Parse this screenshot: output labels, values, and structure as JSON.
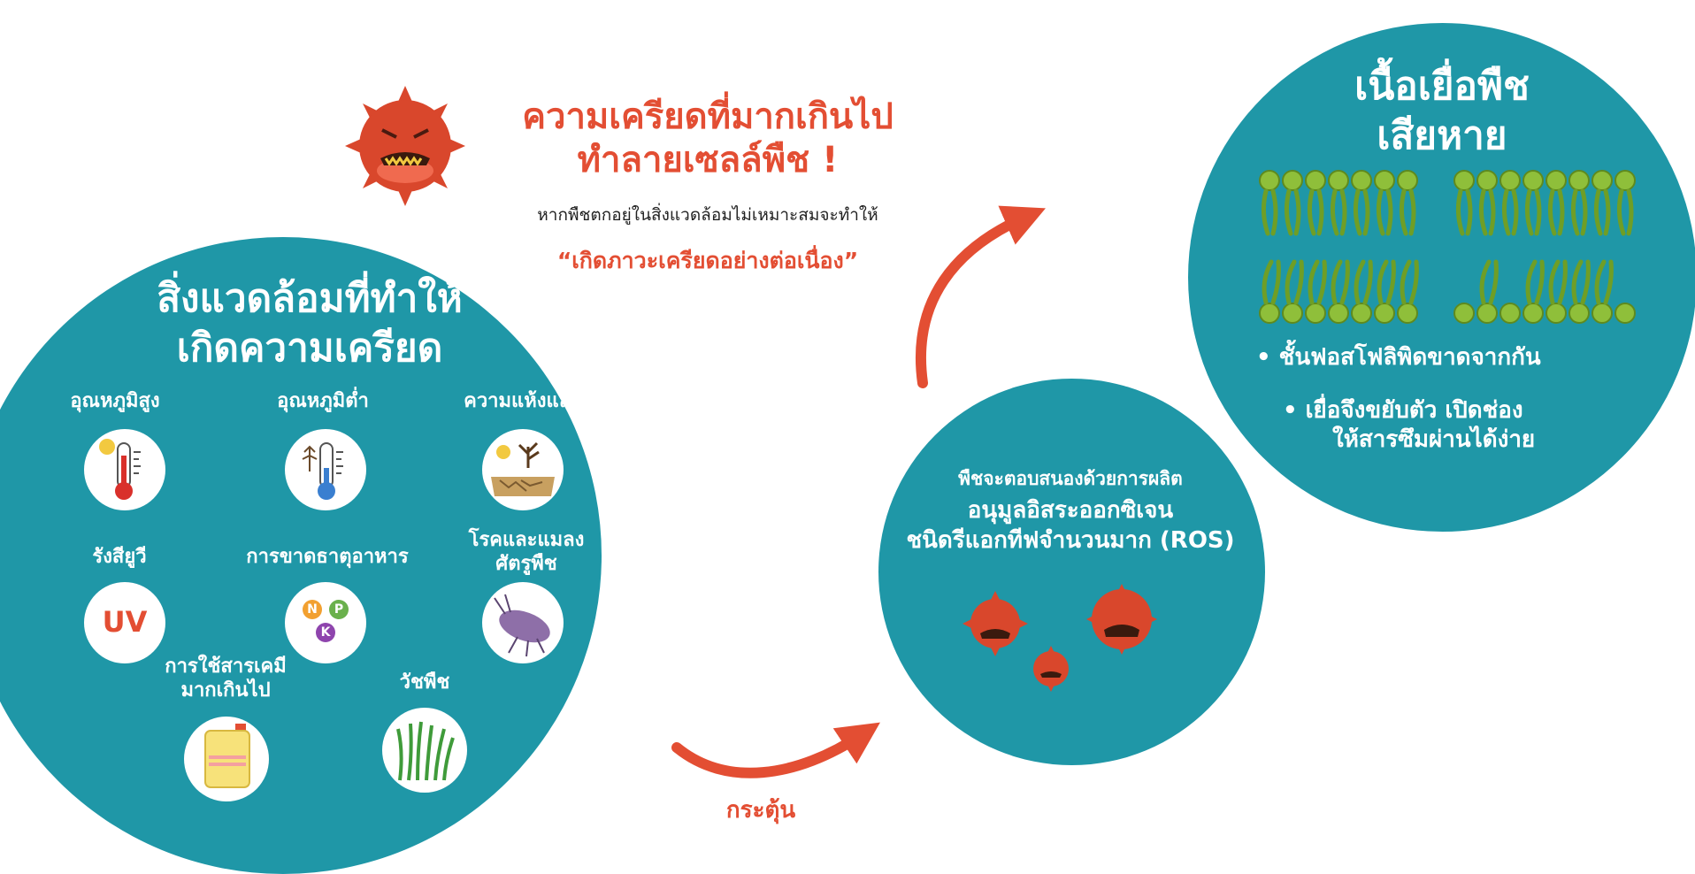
{
  "headline": {
    "line1": "ความเครียดที่มากเกินไป",
    "line2": "ทำลายเซลล์พืช !",
    "subtitle": "หากพืชตกอยู่ในสิ่งแวดล้อมไม่เหมาะสมจะทำให้",
    "quote": "“เกิดภาวะเครียดอย่างต่อเนื่อง”"
  },
  "env_circle": {
    "title_line1": "สิ่งแวดล้อมที่ทำให้",
    "title_line2": "เกิดความเครียด",
    "factors": [
      {
        "label": "อุณหภูมิสูง",
        "icon": "hot-thermometer-icon"
      },
      {
        "label": "อุณหภูมิต่ำ",
        "icon": "cold-thermometer-icon"
      },
      {
        "label": "ความแห้งแล้ง",
        "icon": "drought-icon"
      },
      {
        "label": "รังสียูวี",
        "icon": "uv-icon",
        "icon_text": "UV"
      },
      {
        "label": "การขาดธาตุอาหาร",
        "icon": "nutrient-npk-icon",
        "icon_letters": [
          "N",
          "P",
          "K"
        ]
      },
      {
        "label_line1": "โรคและแมลง",
        "label_line2": "ศัตรูพืช",
        "icon": "insect-pest-icon"
      },
      {
        "label_line1": "การใช้สารเคมี",
        "label_line2": "มากเกินไป",
        "icon": "chemical-container-icon"
      },
      {
        "label": "วัชพืช",
        "icon": "weed-grass-icon"
      }
    ]
  },
  "ros_circle": {
    "line1": "พืชจะตอบสนองด้วยการผลิต",
    "line2": "อนุมูลอิสระออกซิเจน",
    "line3": "ชนิดรีแอกทีฟจำนวนมาก (ROS)"
  },
  "damage_circle": {
    "title_line1": "เนื้อเยื่อพืช",
    "title_line2": "เสียหาย",
    "bullet1": "• ชั้นฟอสโฟลิพิดขาดจากกัน",
    "bullet2_line1": "• เยื่อจึงขยับตัว เปิดช่อง",
    "bullet2_line2": "ให้สารซึมผ่านได้ง่าย"
  },
  "arrow_label": "กระตุ้น",
  "colors": {
    "teal": "#1f97a7",
    "red": "#e34e33",
    "membrane_green": "#8fbf3a"
  }
}
